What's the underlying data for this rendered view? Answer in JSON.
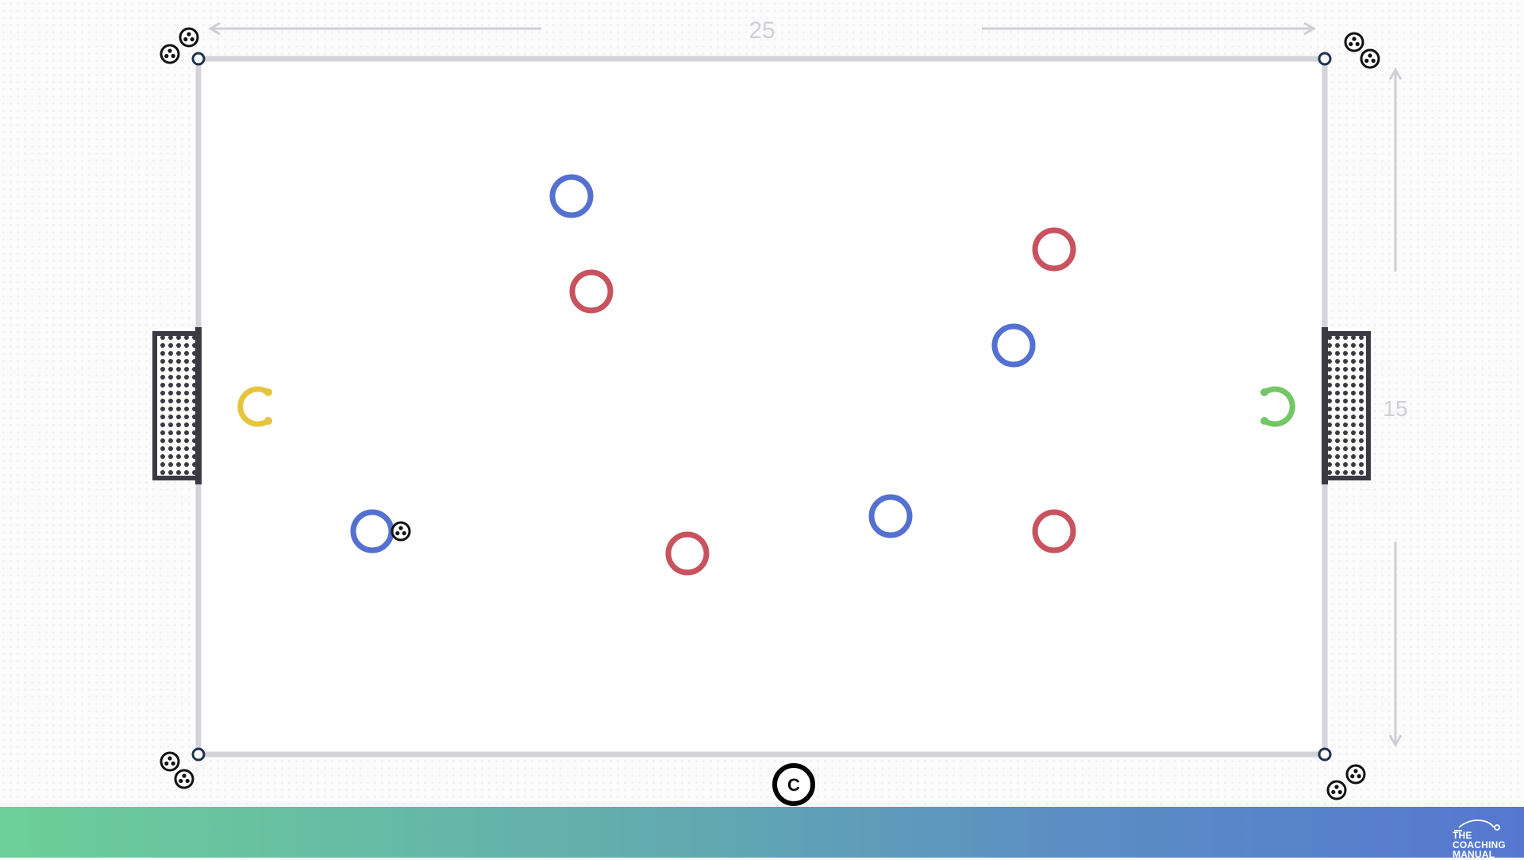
{
  "drill": {
    "field_width_label": "25",
    "field_height_label": "15",
    "colors": {
      "pitch_line": "#d3d3d9",
      "dimension": "#cfcfd4",
      "blue_team": "#5470d0",
      "red_team": "#c8525e",
      "yellow_keeper": "#e6c53e",
      "green_keeper": "#72c764",
      "goal": "#3b3a44",
      "cone": "#20324f",
      "coach": "#000000"
    },
    "coach_label": "C",
    "players": {
      "blue": [
        {
          "id": "blue-1"
        },
        {
          "id": "blue-2"
        },
        {
          "id": "blue-3"
        },
        {
          "id": "blue-4",
          "has_ball": true
        }
      ],
      "red": [
        {
          "id": "red-1"
        },
        {
          "id": "red-2"
        },
        {
          "id": "red-3"
        },
        {
          "id": "red-4"
        }
      ],
      "keepers": [
        {
          "id": "keeper-left",
          "color": "yellow"
        },
        {
          "id": "keeper-right",
          "color": "green"
        }
      ]
    },
    "icons": {
      "ball": "soccer-ball-icon",
      "cone": "cone-marker-icon",
      "goal": "goal-net-icon",
      "coach": "coach-icon"
    }
  },
  "footer": {
    "brand_line1": "THE",
    "brand_line2": "COACHING",
    "brand_line3": "MANUAL"
  }
}
